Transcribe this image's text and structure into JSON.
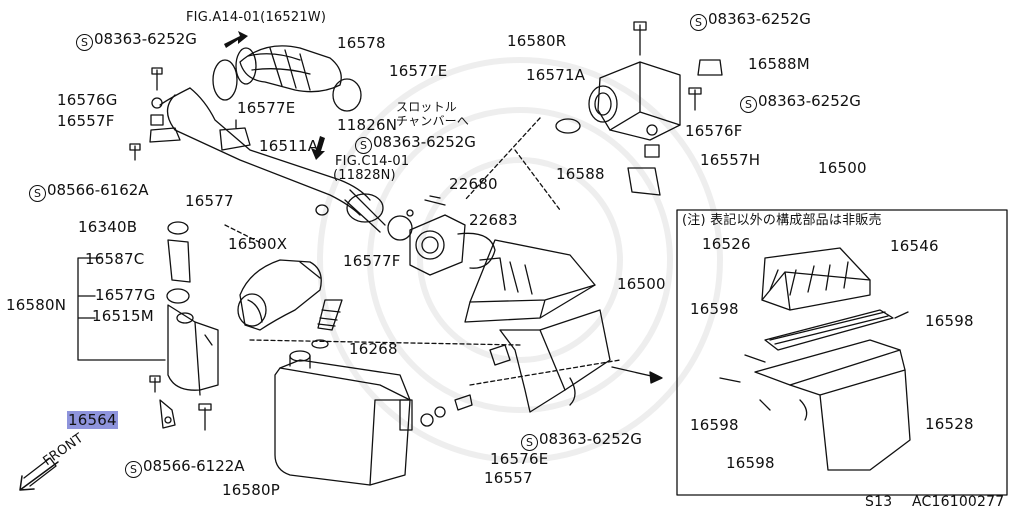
{
  "diagram": {
    "labels": {
      "fig_a14": "FIG.A14-01(16521W)",
      "fig_c14": "FIG.C14-01",
      "fig_c14_sub": "(11828N)",
      "jp_throttle_1": "スロットル",
      "jp_throttle_2": "チャンバーへ",
      "jp_note": "(注) 表記以外の構成部品は非販売",
      "front": "FRONT",
      "footer_left": "S13",
      "footer_right": "AC16100277"
    },
    "bolts": {
      "b1": "08363-6252G",
      "b2": "08363-6252G",
      "b3": "08363-6252G",
      "b4": "08363-6252G",
      "b5": "08363-6252G",
      "b6": "08566-6162A",
      "b7": "08566-6122A",
      "s_mark": "S"
    },
    "parts": {
      "p16578": "16578",
      "p16577E_a": "16577E",
      "p16577E_b": "16577E",
      "p16576G": "16576G",
      "p16557F": "16557F",
      "p16511A": "16511A",
      "p11826N": "11826N",
      "p16577": "16577",
      "p16340B": "16340B",
      "p16587C": "16587C",
      "p16580N": "16580N",
      "p16577G": "16577G",
      "p16515M": "16515M",
      "p16564": "16564",
      "p16500X": "16500X",
      "p16577F": "16577F",
      "p16268": "16268",
      "p22680": "22680",
      "p22683": "22683",
      "p16500": "16500",
      "p16500_box": "16500",
      "p16580R": "16580R",
      "p16571A": "16571A",
      "p16588M": "16588M",
      "p16576F": "16576F",
      "p16557H": "16557H",
      "p16588": "16588",
      "p16576E": "16576E",
      "p16557": "16557",
      "p16580P": "16580P",
      "p16526": "16526",
      "p16546": "16546",
      "p16598_a": "16598",
      "p16598_b": "16598",
      "p16598_c": "16598",
      "p16598_d": "16598",
      "p16528": "16528"
    }
  }
}
